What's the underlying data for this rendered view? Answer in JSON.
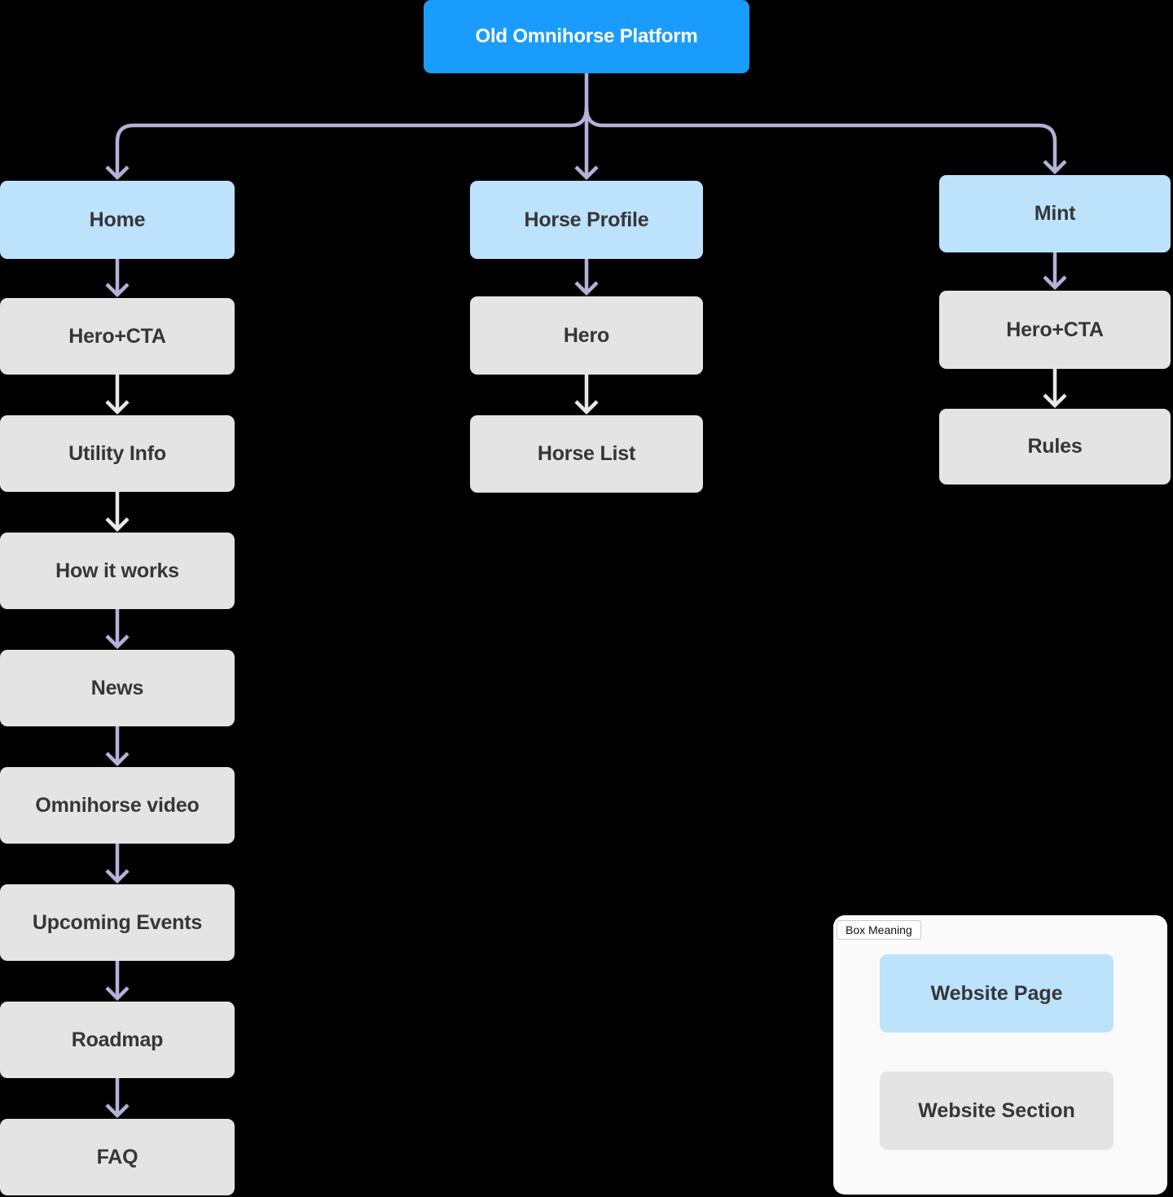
{
  "colors": {
    "background": "#000000",
    "primary_blue": "#199CFB",
    "page_blue": "#BDE2FC",
    "section_gray": "#E4E4E4",
    "connector_lavender": "#B4B2D9",
    "connector_light": "#E8E8EA",
    "text_dark": "#363638",
    "text_white": "#FFFFFF",
    "legend_bg": "#FAFAFA",
    "legend_chip_border": "#C9C9C9"
  },
  "root": {
    "label": "Old Omnihorse Platform"
  },
  "columns": [
    {
      "page": "Home",
      "sections": [
        "Hero+CTA",
        "Utility Info",
        "How it works",
        "News",
        "Omnihorse video",
        "Upcoming Events",
        "Roadmap",
        "FAQ"
      ]
    },
    {
      "page": "Horse Profile",
      "sections": [
        "Hero",
        "Horse List"
      ]
    },
    {
      "page": "Mint",
      "sections": [
        "Hero+CTA",
        "Rules"
      ]
    }
  ],
  "legend": {
    "title": "Box Meaning",
    "items": [
      {
        "label": "Website Page",
        "type": "page"
      },
      {
        "label": "Website Section",
        "type": "section"
      }
    ]
  }
}
